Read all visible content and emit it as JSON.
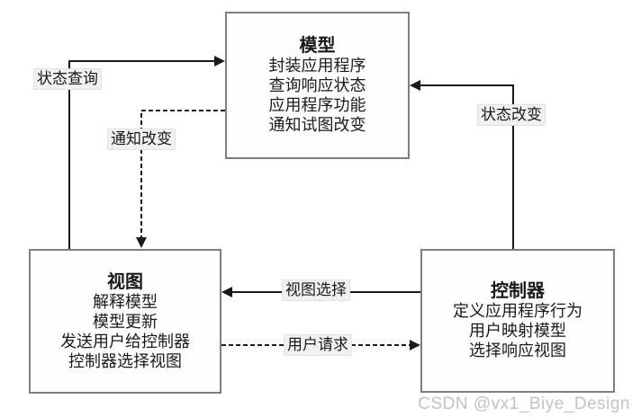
{
  "diagram": {
    "model": {
      "title": "模型",
      "lines": [
        "封装应用程序",
        "查询响应状态",
        "应用程序功能",
        "通知试图改变"
      ]
    },
    "view": {
      "title": "视图",
      "lines": [
        "解释模型",
        "模型更新",
        "发送用户给控制器",
        "控制器选择视图"
      ]
    },
    "controller": {
      "title": "控制器",
      "lines": [
        "定义应用程序行为",
        "用户映射模型",
        "选择响应视图"
      ]
    },
    "edge_labels": {
      "status_query": "状态查询",
      "notify_change": "通知改变",
      "status_change": "状态改变",
      "view_selection": "视图选择",
      "user_request": "用户请求"
    },
    "watermark": "CSDN @vx1_Biye_Design",
    "colors": {
      "arrow": "#1a1a1a",
      "box_border": "#7f7f7f",
      "label_bg": "#f1f1f1",
      "watermark": "#c3c3c3"
    }
  }
}
